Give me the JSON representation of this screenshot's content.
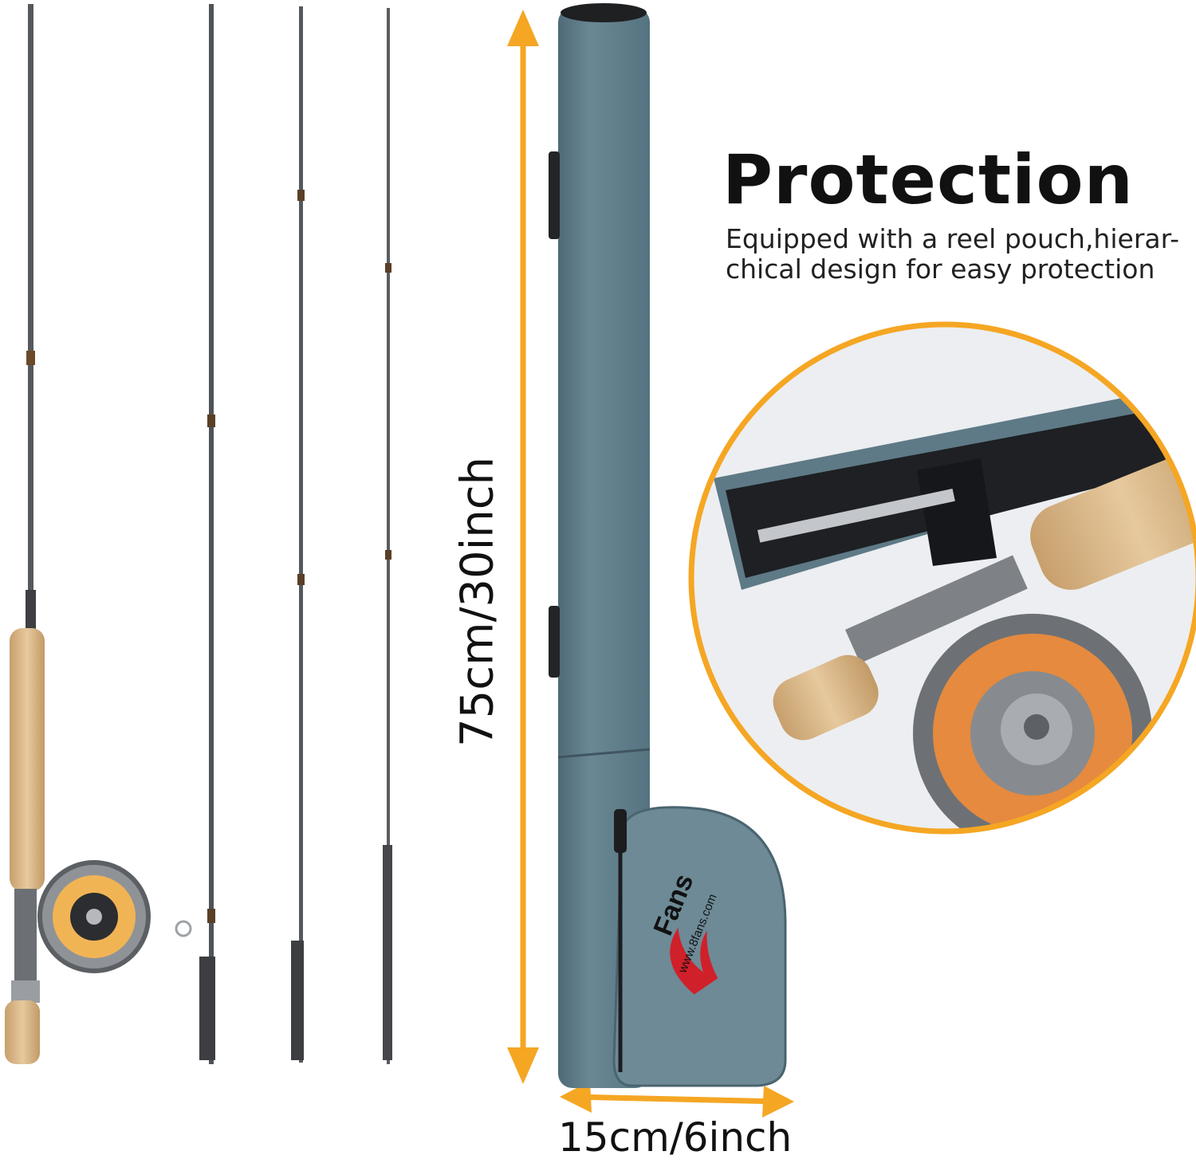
{
  "heading": "Protection",
  "description_lines": [
    "Equipped with a reel pouch,hierar-",
    "chical design for easy protection"
  ],
  "dimensions": {
    "height_label": "75cm/30inch",
    "width_label": "15cm/6inch"
  },
  "brand": {
    "name": "Fans",
    "url": "www.8fans.com"
  },
  "colors": {
    "arrow": "#f5a623",
    "case": "#5e7a86",
    "cork": "#d9b98c",
    "logo_red": "#d0202a"
  }
}
